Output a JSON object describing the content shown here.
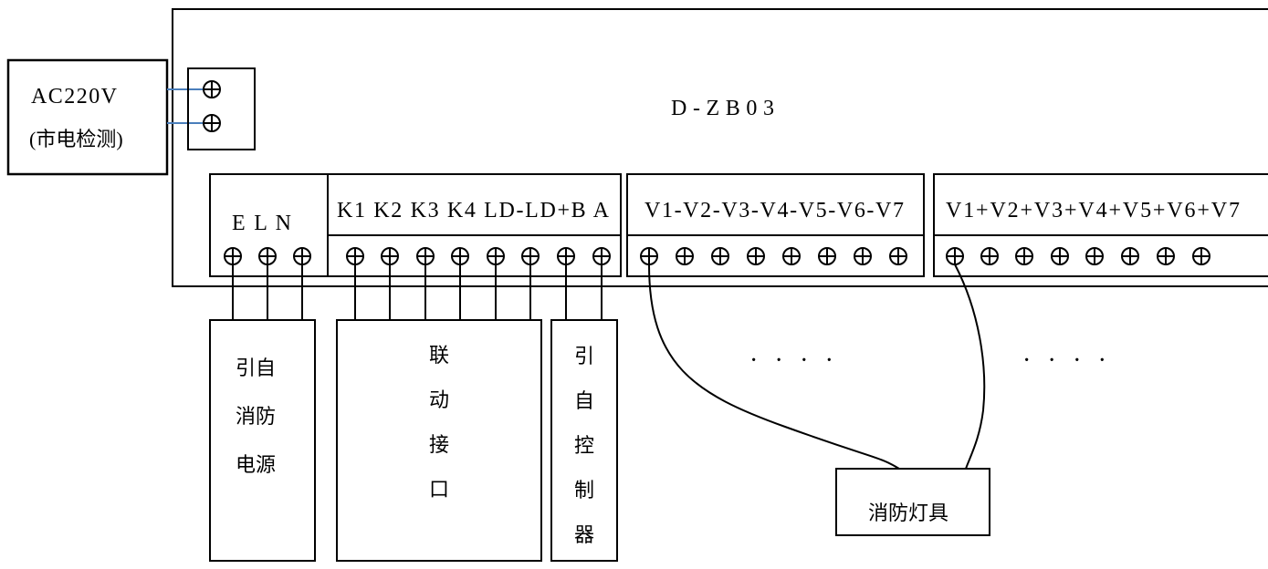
{
  "device": {
    "model": "D-ZB03"
  },
  "ac_input": {
    "title": "AC220V",
    "subtitle": "(市电检测)"
  },
  "terminal_blocks": {
    "eln": "E L N",
    "linkage": "K1 K2 K3 K4 LD-LD+B A",
    "v_minus": "V1-V2-V3-V4-V5-V6-V7",
    "v_plus": "V1+V2+V3+V4+V5+V6+V7"
  },
  "fire_power_box": {
    "lines": [
      "引自",
      "消防",
      "电源"
    ]
  },
  "linkage_box": {
    "chars": [
      "联",
      "动",
      "接",
      "口"
    ]
  },
  "controller_box": {
    "chars": [
      "引",
      "自",
      "控",
      "制",
      "器"
    ]
  },
  "lamp_box": {
    "label": "消防灯具"
  },
  "ellipses": [
    "· · · ·",
    "· · · ·"
  ],
  "colors": {
    "line": "#000000",
    "ac_wire": "#4a7ebb"
  }
}
